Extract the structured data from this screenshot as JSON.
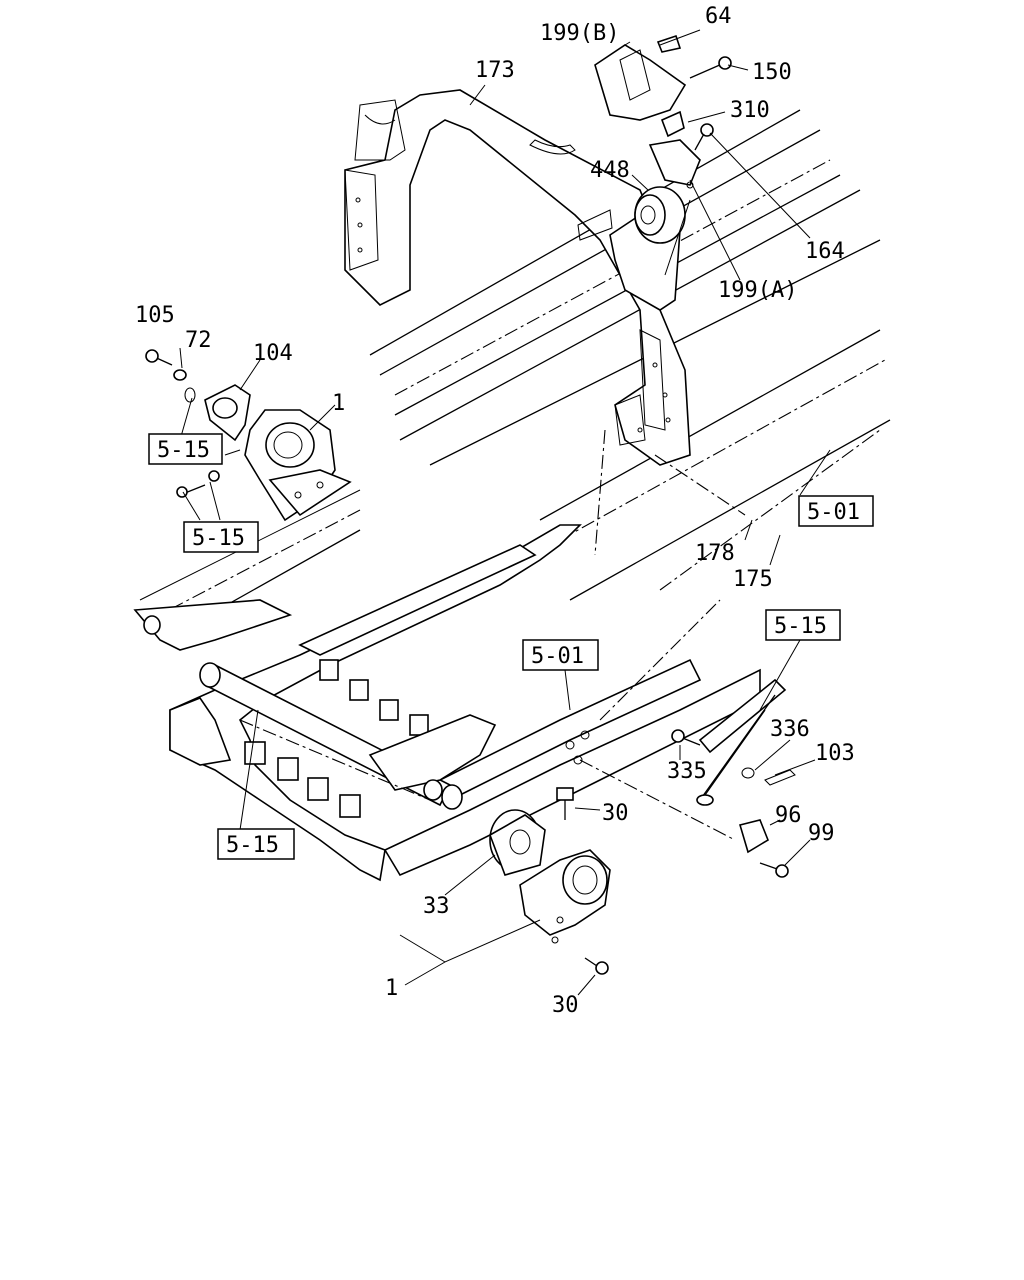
{
  "part_labels": {
    "p64": "64",
    "p199b": "199(B)",
    "p150": "150",
    "p173": "173",
    "p310": "310",
    "p448": "448",
    "p164": "164",
    "p199a": "199(A)",
    "p105": "105",
    "p72": "72",
    "p104": "104",
    "p1_top": "1",
    "p178": "178",
    "p175": "175",
    "p336": "336",
    "p103": "103",
    "p335": "335",
    "p30_top": "30",
    "p96": "96",
    "p99": "99",
    "p33": "33",
    "p1_bottom": "1",
    "p30_bottom": "30"
  },
  "reference_boxes": {
    "ref_515_a": "5-15",
    "ref_515_b": "5-15",
    "ref_501_right": "5-01",
    "ref_501_center": "5-01",
    "ref_515_right": "5-15",
    "ref_515_bottom": "5-15"
  }
}
